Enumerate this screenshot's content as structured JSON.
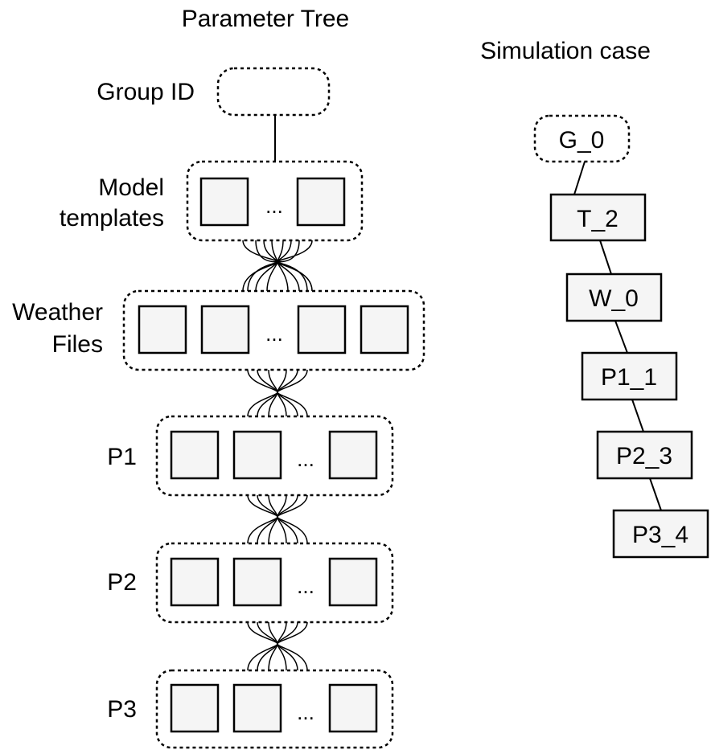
{
  "titles": {
    "left": "Parameter Tree",
    "right": "Simulation case"
  },
  "tree": {
    "group_label": "Group ID",
    "model_label_line1": "Model",
    "model_label_line2": "templates",
    "weather_label_line1": "Weather",
    "weather_label_line2": "Files",
    "p1_label": "P1",
    "p2_label": "P2",
    "p3_label": "P3",
    "ellipsis": "..."
  },
  "simulation_case": {
    "group": "G_0",
    "nodes": [
      "T_2",
      "W_0",
      "P1_1",
      "P2_3",
      "P3_4"
    ]
  }
}
